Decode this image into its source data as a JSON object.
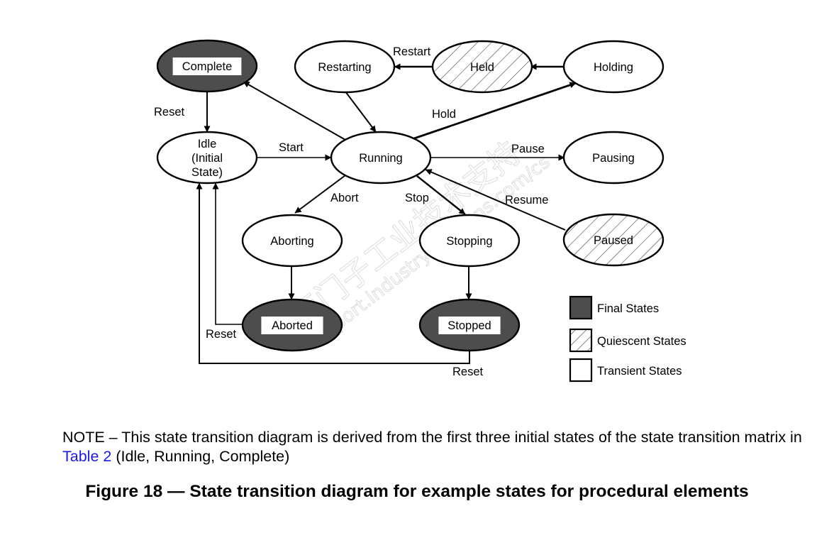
{
  "diagram": {
    "nodes": [
      {
        "id": "complete",
        "label": [
          "Complete"
        ],
        "type": "final"
      },
      {
        "id": "restarting",
        "label": [
          "Restarting"
        ],
        "type": "transient"
      },
      {
        "id": "held",
        "label": [
          "Held"
        ],
        "type": "quiescent"
      },
      {
        "id": "holding",
        "label": [
          "Holding"
        ],
        "type": "transient"
      },
      {
        "id": "idle",
        "label": [
          "Idle",
          "(Initial",
          "State)"
        ],
        "type": "transient"
      },
      {
        "id": "running",
        "label": [
          "Running"
        ],
        "type": "transient"
      },
      {
        "id": "pausing",
        "label": [
          "Pausing"
        ],
        "type": "transient"
      },
      {
        "id": "aborting",
        "label": [
          "Aborting"
        ],
        "type": "transient"
      },
      {
        "id": "stopping",
        "label": [
          "Stopping"
        ],
        "type": "transient"
      },
      {
        "id": "paused",
        "label": [
          "Paused"
        ],
        "type": "quiescent"
      },
      {
        "id": "aborted",
        "label": [
          "Aborted"
        ],
        "type": "final"
      },
      {
        "id": "stopped",
        "label": [
          "Stopped"
        ],
        "type": "final"
      }
    ],
    "edges": [
      {
        "from": "complete",
        "to": "idle",
        "label": "Reset"
      },
      {
        "from": "idle",
        "to": "running",
        "label": "Start"
      },
      {
        "from": "running",
        "to": "complete",
        "label": ""
      },
      {
        "from": "restarting",
        "to": "running",
        "label": ""
      },
      {
        "from": "held",
        "to": "restarting",
        "label": "Restart"
      },
      {
        "from": "holding",
        "to": "held",
        "label": ""
      },
      {
        "from": "running",
        "to": "holding",
        "label": "Hold"
      },
      {
        "from": "running",
        "to": "pausing",
        "label": "Pause"
      },
      {
        "from": "paused",
        "to": "running",
        "label": "Resume"
      },
      {
        "from": "running",
        "to": "aborting",
        "label": "Abort"
      },
      {
        "from": "running",
        "to": "stopping",
        "label": "Stop"
      },
      {
        "from": "aborting",
        "to": "aborted",
        "label": ""
      },
      {
        "from": "stopping",
        "to": "stopped",
        "label": ""
      },
      {
        "from": "aborted",
        "to": "idle",
        "label": "Reset"
      },
      {
        "from": "stopped",
        "to": "idle",
        "label": "Reset"
      }
    ],
    "legend": [
      {
        "type": "final",
        "label": "Final States"
      },
      {
        "type": "quiescent",
        "label": "Quiescent States"
      },
      {
        "type": "transient",
        "label": "Transient States"
      }
    ],
    "colors": {
      "final_fill": "#4d4d4d",
      "stroke": "#000000",
      "hatch": "#333333",
      "background": "#ffffff"
    },
    "watermark": {
      "line1": "西门子工业技术支持",
      "line2": "support.industry.siemens.com/cs"
    }
  },
  "note": {
    "prefix": "NOTE – This state transition diagram is derived from the first three initial states of the state transition matrix in ",
    "link": "Table 2",
    "suffix": " (Idle, Running, Complete)"
  },
  "caption": "Figure 18 — State transition diagram for example states for procedural elements"
}
